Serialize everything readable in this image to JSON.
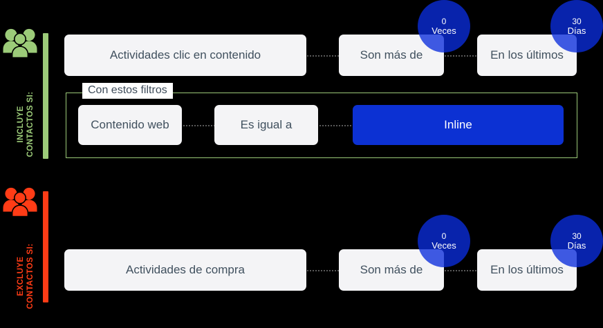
{
  "colors": {
    "background": "#000000",
    "include_accent": "#9ccb79",
    "exclude_accent": "#ff3c16",
    "node_background": "#f4f4f6",
    "node_text": "#40505e",
    "primary_blue": "#0c31d3",
    "badge_blue": "#0a2ddc",
    "connector_gray": "#5a5a5a",
    "legend_background": "#ffffff"
  },
  "sections": [
    {
      "id": "include",
      "icon": "people-group-icon",
      "label": "INCLUYE\nCONTACTOS SI:",
      "accent": "#9ccb79",
      "rows": [
        {
          "id": "include-criteria-row",
          "nodes": [
            {
              "id": "activity-type",
              "label": "Actividades clic en contenido",
              "style": "default"
            },
            {
              "id": "comparator",
              "label": "Son más de",
              "style": "default"
            },
            {
              "id": "timeframe",
              "label": "En los últimos",
              "style": "default"
            }
          ],
          "badges": [
            {
              "id": "count-badge",
              "value": "0",
              "unit": "Veces"
            },
            {
              "id": "days-badge",
              "value": "30",
              "unit": "Días"
            }
          ]
        }
      ],
      "filter_group": {
        "legend": "Con estos filtros",
        "nodes": [
          {
            "id": "filter-property",
            "label": "Contenido web",
            "style": "default"
          },
          {
            "id": "filter-operator",
            "label": "Es igual a",
            "style": "default"
          },
          {
            "id": "filter-value",
            "label": "Inline",
            "style": "primary"
          }
        ]
      }
    },
    {
      "id": "exclude",
      "icon": "people-group-icon",
      "label": "EXCLUYE\nCONTACTOS SI:",
      "accent": "#ff3c16",
      "rows": [
        {
          "id": "exclude-criteria-row",
          "nodes": [
            {
              "id": "activity-type",
              "label": "Actividades de compra",
              "style": "default"
            },
            {
              "id": "comparator",
              "label": "Son más de",
              "style": "default"
            },
            {
              "id": "timeframe",
              "label": "En los últimos",
              "style": "default"
            }
          ],
          "badges": [
            {
              "id": "count-badge",
              "value": "0",
              "unit": "Veces"
            },
            {
              "id": "days-badge",
              "value": "30",
              "unit": "Días"
            }
          ]
        }
      ]
    }
  ]
}
